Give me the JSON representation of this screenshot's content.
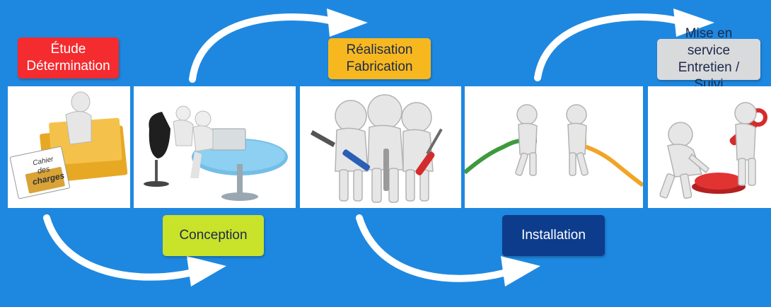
{
  "steps": [
    {
      "label": "Étude\nDétermination",
      "color": "#f42b2f",
      "text_color": "#ffffff",
      "image": "cahier-des-charges-figure",
      "image_text": [
        "Cahier",
        "des",
        "charges"
      ]
    },
    {
      "label": "Conception",
      "color": "#c9e22a",
      "text_color": "#1d2a4a",
      "image": "design-desk-figures"
    },
    {
      "label": "Réalisation\nFabrication",
      "color": "#f7b81f",
      "text_color": "#1d2a4a",
      "image": "tools-figures"
    },
    {
      "label": "Installation",
      "color": "#0d3c8c",
      "text_color": "#ffffff",
      "image": "cable-plug-figures"
    },
    {
      "label": "Mise en service\nEntretien / Suivi",
      "color": "#d9dadc",
      "text_color": "#1d2a4a",
      "image": "red-button-wrench-figures"
    }
  ],
  "colors": {
    "background": "#1e88e0",
    "arrow": "#ffffff"
  }
}
